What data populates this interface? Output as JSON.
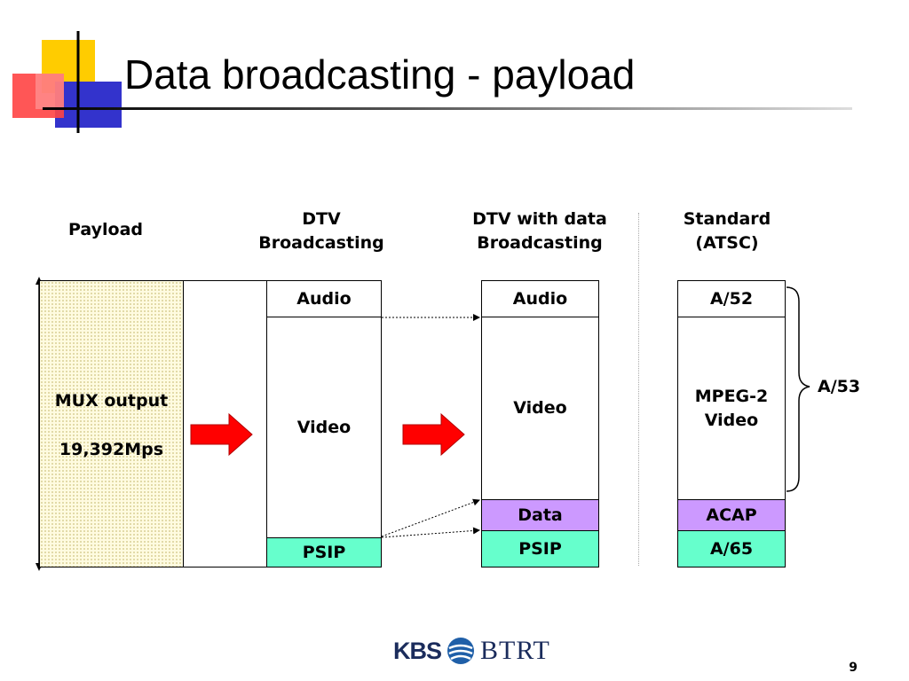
{
  "slide": {
    "title": "Data broadcasting - payload",
    "page_number": "9"
  },
  "headers": {
    "payload": "Payload",
    "dtv": "DTV\nBroadcasting",
    "dtv_data": "DTV with data\nBroadcasting",
    "standard": "Standard\n(ATSC)"
  },
  "mux": {
    "label": "MUX output",
    "rate": "19,392Mps"
  },
  "dtv_column": {
    "audio": "Audio",
    "video": "Video",
    "psip": "PSIP"
  },
  "dtv_data_column": {
    "audio": "Audio",
    "video": "Video",
    "data": "Data",
    "psip": "PSIP"
  },
  "standard_column": {
    "audio": "A/52",
    "video": "MPEG-2\nVideo",
    "data": "ACAP",
    "psip": "A/65"
  },
  "brace_label": "A/53",
  "logo": {
    "kbs": "KBS",
    "btrt": "BTRT"
  },
  "colors": {
    "arrow_red": "#ff0000",
    "data_purple": "#cc99ff",
    "psip_green": "#66ffcc",
    "mux_fill": "#fffbe0"
  }
}
